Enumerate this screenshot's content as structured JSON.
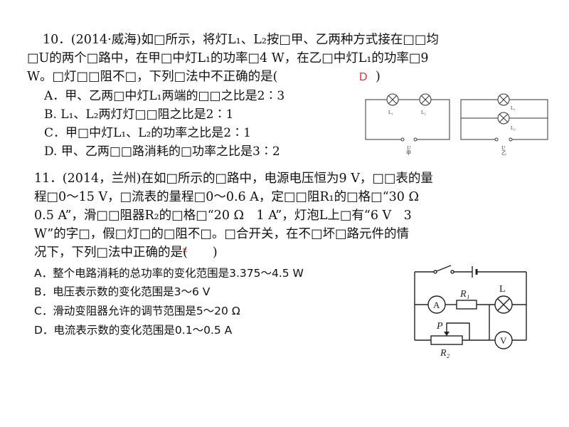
{
  "q10": {
    "lines": [
      "10．(2014·威海)如□所示，将灯L₁、L₂按□甲、乙两种方式接在□□均",
      "□U的两个□路中，在甲□中灯L₁的功率□4 W，在乙□中灯L₁的功率□9",
      "W。□灯□□阻不□，下列□法中不正确的是(",
      ")"
    ],
    "answer": "D",
    "options": [
      "A．甲、乙两□中灯L₁两端的□□之比是2∶3",
      "B.  L₁、L₂两灯灯□□阻之比是2∶1",
      "C．甲□中灯L₁、L₂的功率之比是2∶1",
      "D.  甲、乙两□□路消耗的□功率之比是3∶2"
    ],
    "diagram": {
      "left": {
        "lamp1": "L₁",
        "lamp2": "L₂",
        "source": "U",
        "caption": "甲"
      },
      "right": {
        "lamp1": "L₁",
        "lamp2": "L₂",
        "source": "U",
        "caption": "乙"
      }
    }
  },
  "q11": {
    "lines": [
      "11．(2014，兰州)在如□所示的□路中，电源电压恒为9 V，□□表的量",
      "程□0～15 V，□流表的量程□0～0.6 A，定□□阻R₁的□格□“30 Ω",
      "0.5 A”，滑□□阻器R₂的□格□“20 Ω　1 A”，灯泡L上□有“6 V　3",
      "W”的字□，假□灯□的□阻不□。□合开关，在不□坏□路元件的情",
      "况下，下列□法中正确的是(　　)"
    ],
    "mark": "×",
    "options": [
      "A．整个电路消耗的总功率的变化范围是3.375～4.5 W",
      "B．电压表示数的变化范围是3～6 V",
      "C．滑动变阻器允许的调节范围是5～20 Ω",
      "D．电流表示数的变化范围是0.1～0.5 A"
    ],
    "diagram": {
      "ammeter": "A",
      "resistor1": "R₁",
      "lamp": "L",
      "slider": "P",
      "resistor2": "R₂",
      "voltmeter": "V"
    }
  }
}
